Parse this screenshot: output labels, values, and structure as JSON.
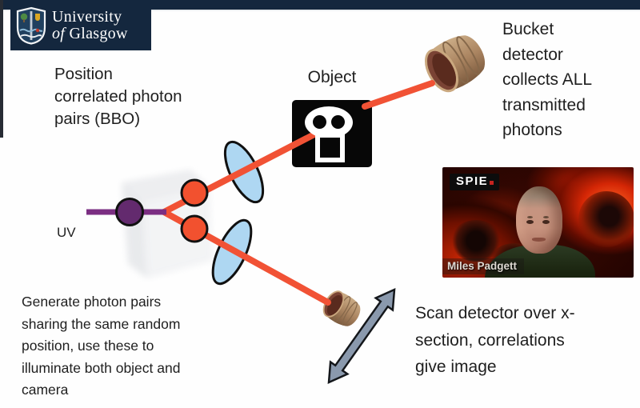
{
  "header": {
    "logo": {
      "word1": "University",
      "word2_of": "of",
      "word2_name": "Glasgow"
    }
  },
  "diagram": {
    "labels": {
      "source": {
        "lines": [
          "Position",
          "correlated photon",
          "pairs (BBO)"
        ]
      },
      "object": "Object",
      "bucket": {
        "lines": [
          "Bucket",
          "detector",
          "collects ALL",
          "transmitted",
          "photons"
        ]
      },
      "uv": "UV",
      "generate": {
        "lines": [
          "Generate photon pairs",
          "sharing the same random",
          "position, use these to",
          "illuminate both object and",
          "camera"
        ]
      },
      "scan": {
        "lines": [
          "Scan detector over x-",
          "section, correlations",
          "give image"
        ]
      }
    },
    "icons": {
      "university-shield-icon": "heraldic shield crest",
      "bbo-crystal-icon": "translucent crystal slab",
      "lens-icon": "blue tilted ellipse",
      "object-mask-icon": "black square with white face cutout",
      "bucket-detector-icon": "wooden bucket",
      "scan-detector-icon": "small wooden bucket",
      "double-arrow-icon": "two-headed scan arrow"
    },
    "colors": {
      "navy": "#14273e",
      "beam": "#f15235",
      "uv_beam": "#7b2e82",
      "uv_dot": "#632a6e",
      "photon_dot": "#f2512f",
      "lens_fill": "#aed7f2",
      "arrow_fill": "#8a99ad",
      "bucket_wood": "#ac8662",
      "bucket_interior": "#7a4334"
    }
  },
  "video_overlay": {
    "brand": "SPIE",
    "brand_dot_color": "#c4231f",
    "speaker": "Miles Padgett"
  }
}
